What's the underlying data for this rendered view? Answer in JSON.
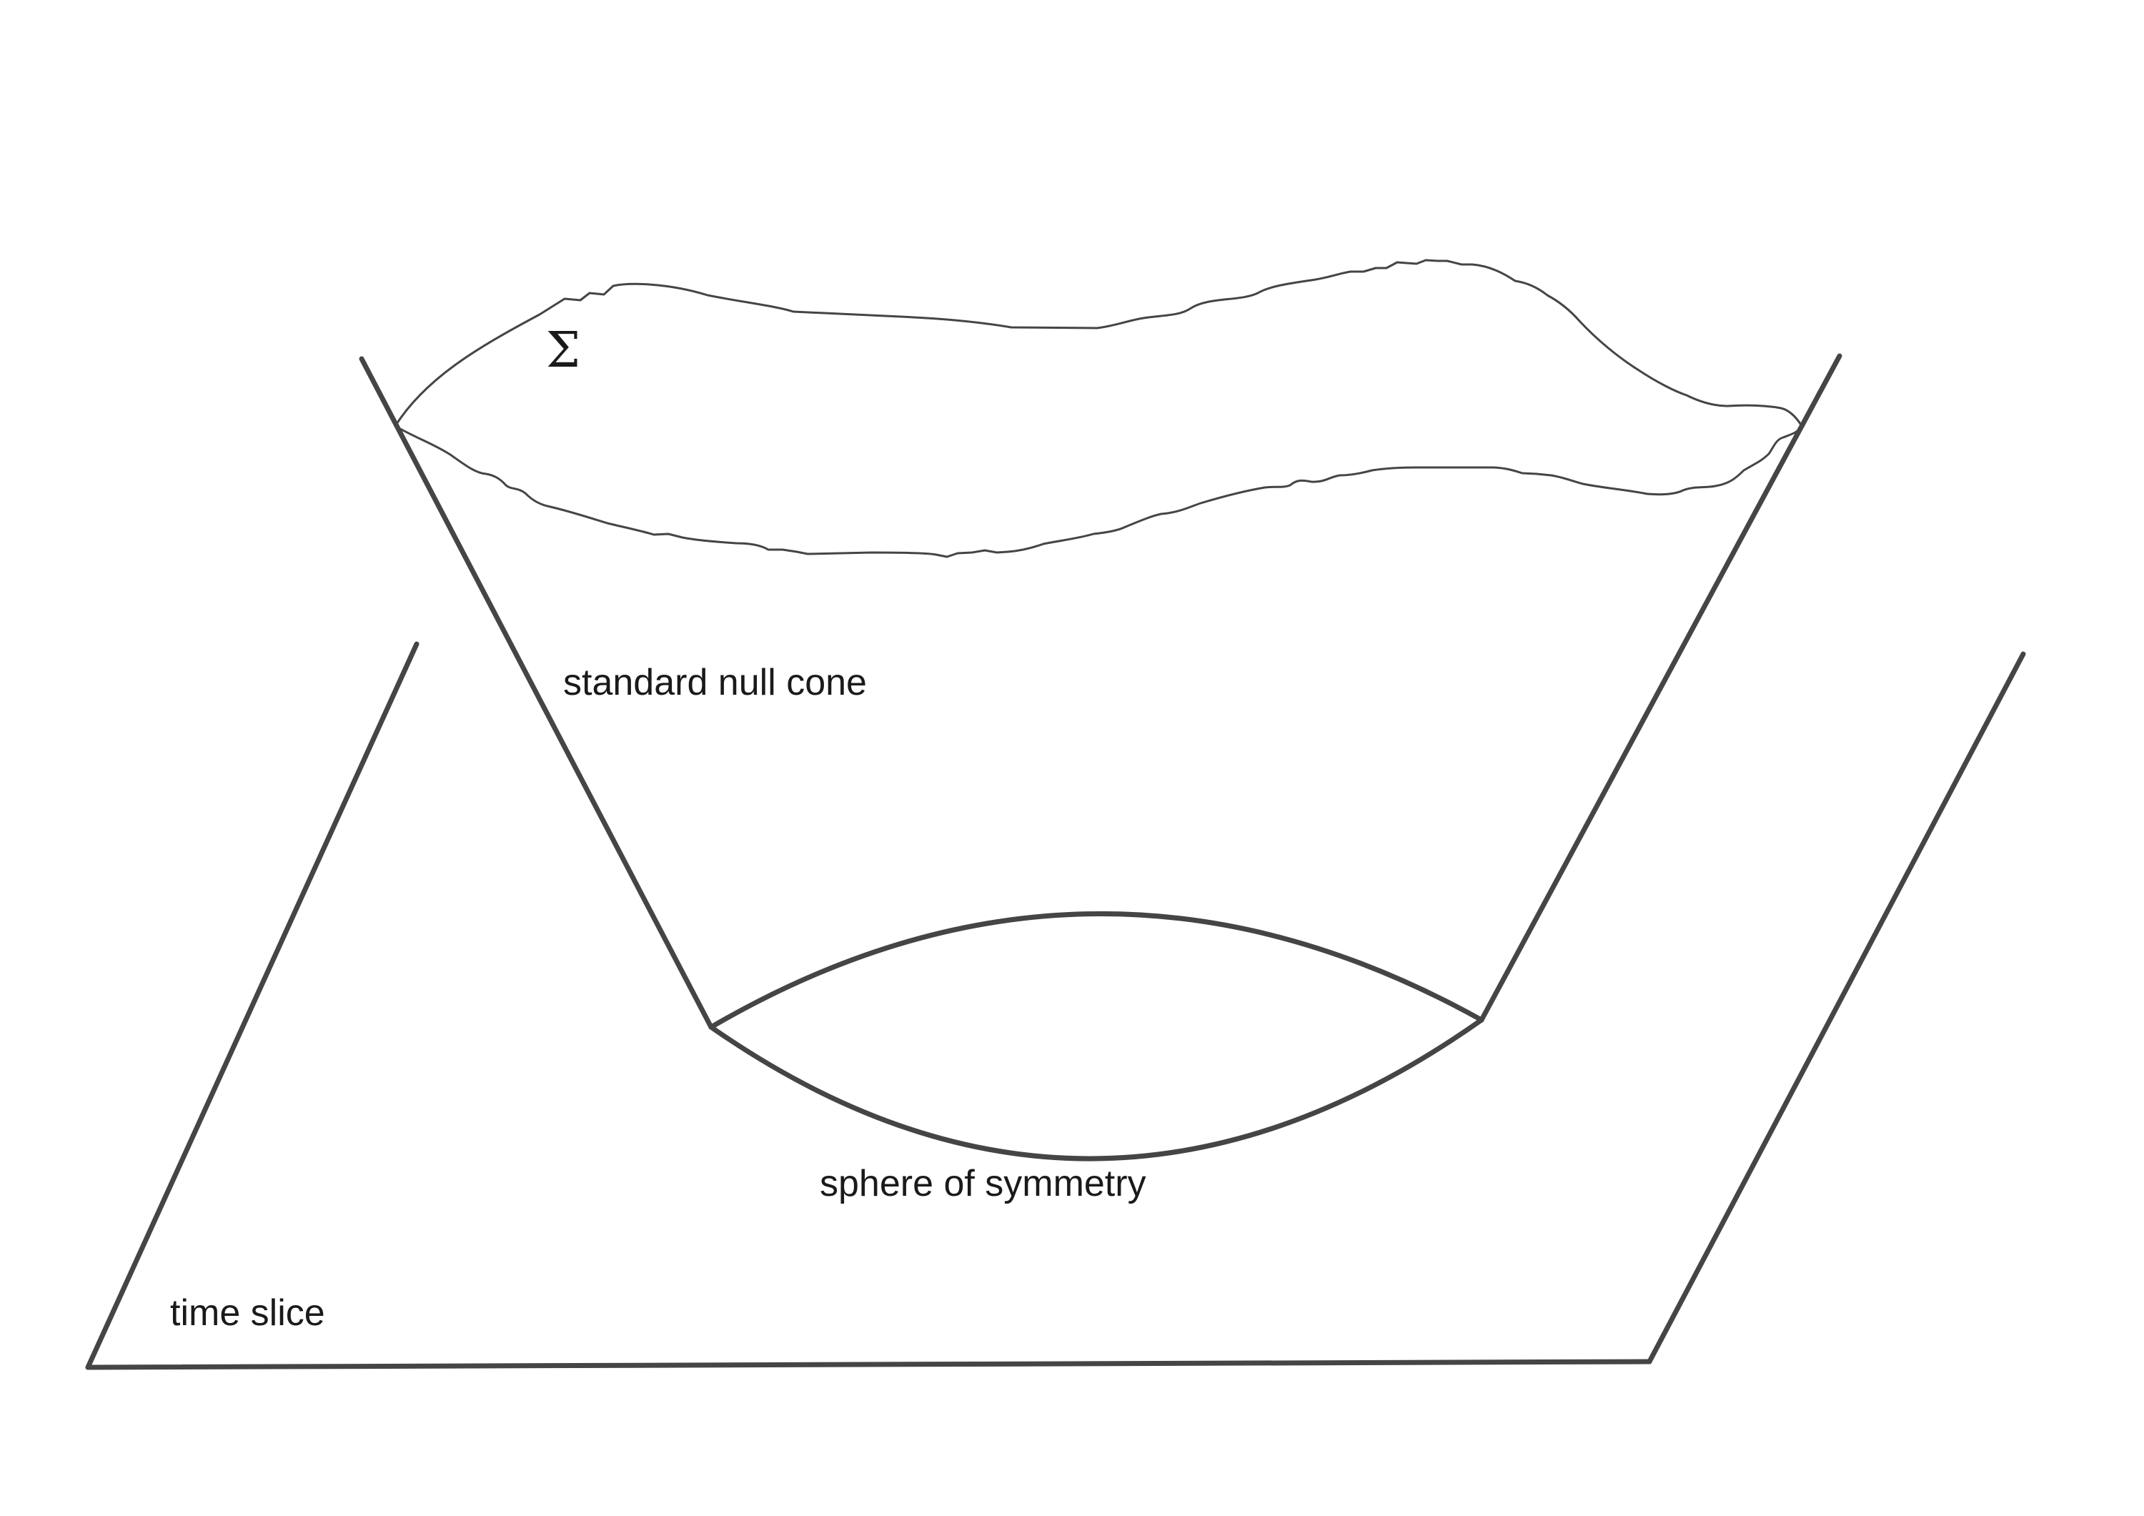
{
  "diagram": {
    "labels": {
      "sigma": "Σ",
      "null_cone": "standard null cone",
      "sphere": "sphere of symmetry",
      "time_slice": "time slice"
    },
    "colors": {
      "ink": "#454545",
      "text": "#1a1a1a",
      "background": "#ffffff"
    }
  }
}
